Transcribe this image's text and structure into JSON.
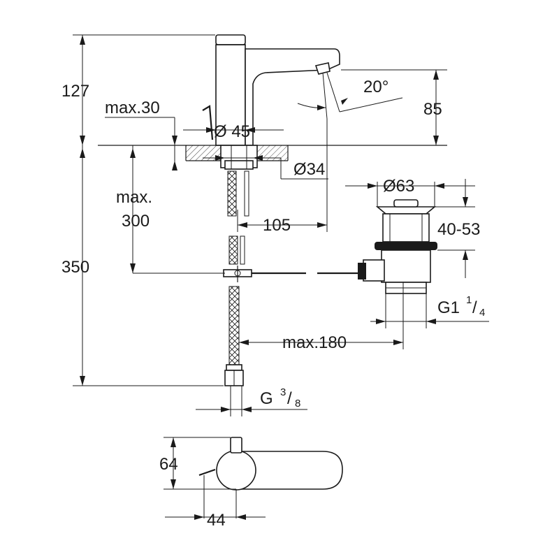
{
  "diagram": {
    "dimensions": {
      "height_top": "127",
      "angle": "20°",
      "spout_height": "85",
      "max_thickness": "max.30",
      "dia_45": "Ø 45",
      "dia_34": "Ø34",
      "dia_63": "Ø63",
      "max_300_line1": "max.",
      "max_300_line2": "300",
      "offset_105": "105",
      "range_40_53": "40-53",
      "height_350": "350",
      "thread_g114_base": "G1",
      "thread_g114_num": "1",
      "thread_g114_den": "4",
      "max_180": "max.180",
      "thread_g38_base": "G",
      "thread_g38_num": "3",
      "thread_g38_den": "8",
      "plan_64": "64",
      "plan_44": "44"
    }
  }
}
